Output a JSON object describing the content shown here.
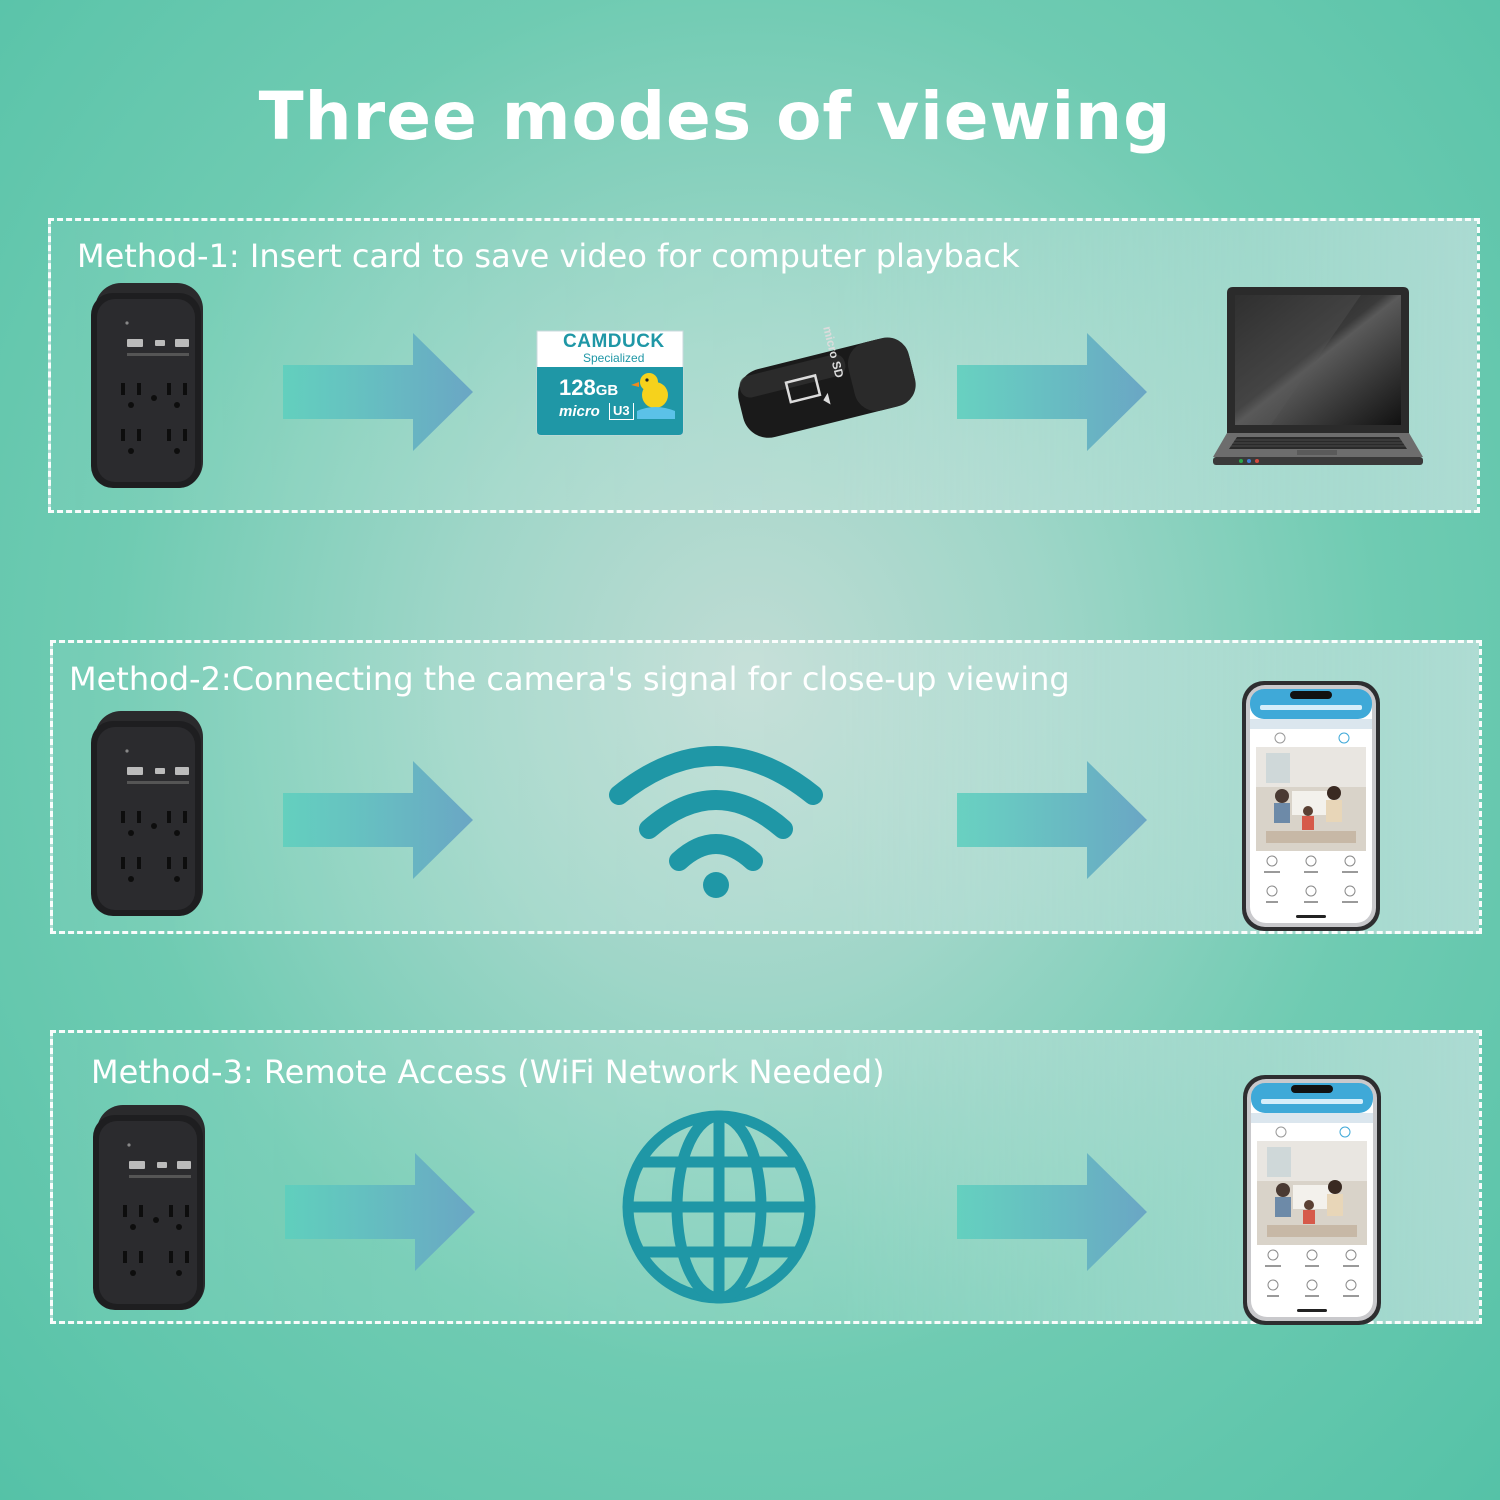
{
  "title": "Three modes of viewing",
  "methods": [
    {
      "label": "Method-1: Insert card to save video for computer playback"
    },
    {
      "label": "Method-2:Connecting the camera's signal for close-up viewing"
    },
    {
      "label": "Method-3: Remote Access (WiFi Network Needed)"
    }
  ],
  "sd_card": {
    "brand": "CAMDUCK",
    "sub": "Specialized",
    "capacity": "128",
    "unit": "GB",
    "logo": "micro",
    "class": "U3"
  },
  "card_reader": {
    "logo": "micro SD"
  },
  "icons": {
    "device": "power-strip-camera",
    "card": "microsd-card",
    "reader": "card-reader",
    "computer": "laptop",
    "signal": "wifi-icon",
    "internet": "globe-icon",
    "viewer": "smartphone-app"
  },
  "colors": {
    "accent": "#1f97a6",
    "arrow_start": "#5ccfbe",
    "arrow_end": "#6aa6c4",
    "text": "#ffffff"
  }
}
